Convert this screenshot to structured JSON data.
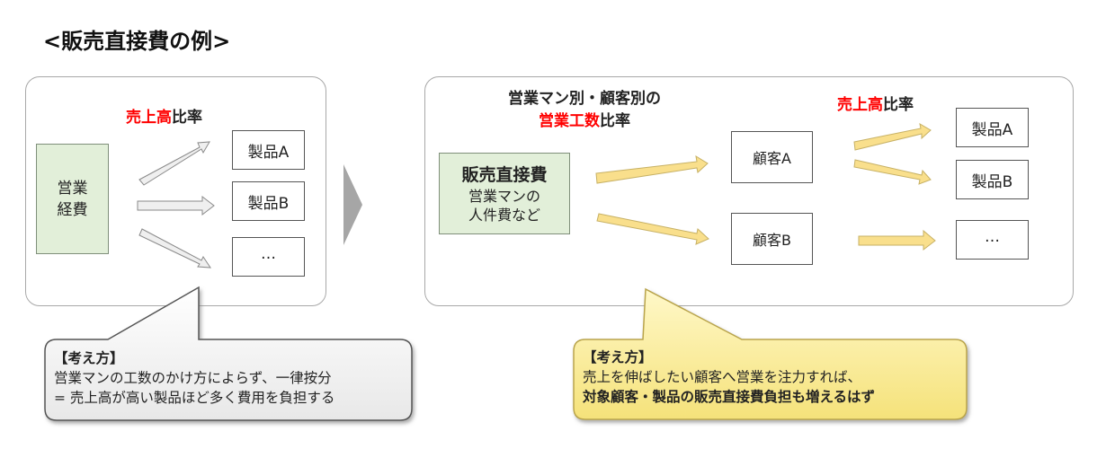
{
  "title": "<販売直接費の例>",
  "left_panel": {
    "header_red": "売上高",
    "header_black": "比率",
    "source_line1": "営業",
    "source_line2": "経費",
    "products": [
      "製品A",
      "製品B",
      "…"
    ],
    "callout": {
      "heading": "【考え方】",
      "line1": "営業マンの工数のかけ方によらず、一律按分",
      "line2": "= 売上高が高い製品ほど多く費用を負担する"
    }
  },
  "right_panel": {
    "header1_line1": "営業マン別・顧客別の",
    "header1_red": "営業工数",
    "header1_black": "比率",
    "header2_red": "売上高",
    "header2_black": "比率",
    "source_title": "販売直接費",
    "source_line1": "営業マンの",
    "source_line2": "人件費など",
    "customers": [
      "顧客A",
      "顧客B"
    ],
    "products": [
      "製品A",
      "製品B",
      "…"
    ],
    "callout": {
      "heading": "【考え方】",
      "line1": "売上を伸ばしたい顧客へ営業を注力すれば、",
      "line2": "対象顧客・製品の販売直接費負担も増えるはず"
    }
  },
  "colors": {
    "red": "#ff0000",
    "green_box": "#e2efd9",
    "yellow_arrow": "#f9df8c",
    "grey_arrow": "#efefef",
    "callout_yellow": "#fdf0a0"
  }
}
